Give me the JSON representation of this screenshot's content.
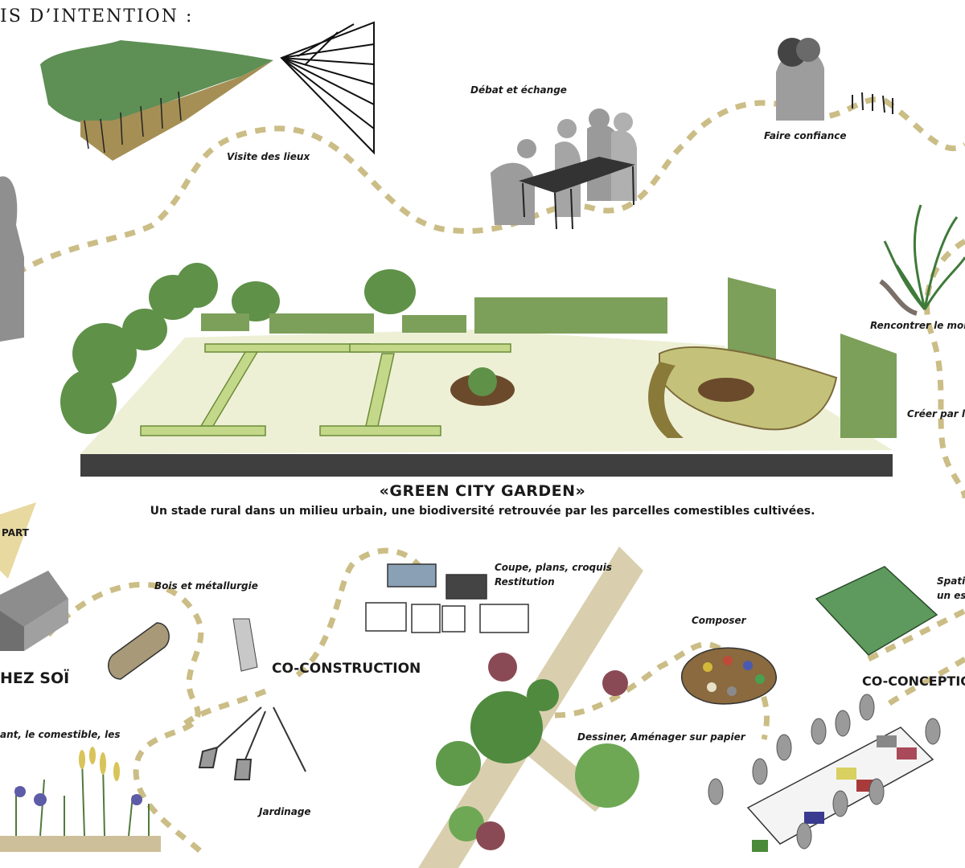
{
  "heading": "IS D’INTENTION :",
  "top_path": {
    "visite": "Visite des lieux",
    "debat": "Débat et échange",
    "confiance": "Faire confiance",
    "rencontrer": "Rencontrer le mon",
    "creer": "Créer par le"
  },
  "garden": {
    "title": "«GREEN CITY GARDEN»",
    "subtitle": "Un stade rural dans un milieu urbain, une biodiversité retrouvée par les parcelles comestibles cultivées."
  },
  "bottom_path": {
    "depart": "PART",
    "chez_soi": "HEZ SOÏ",
    "bois": "Bois et métallurgie",
    "co_construction": "CO-CONSTRUCTION",
    "coupe": "Coupe, plans, croquis",
    "restitution": "Restitution",
    "composer": "Composer",
    "spati_1": "Spati",
    "spati_2": "un es",
    "co_conception": "CO-CONCEPTION",
    "vegetal": "ant, le comestible, les",
    "jardinage": "Jardinage",
    "dessiner": "Dessiner, Aménager sur papier"
  },
  "colors": {
    "path_dashes": "#cbbd86",
    "greenery": "#5a8a3a",
    "figures": "#8c8c8c",
    "ground": "#3f3f3f"
  }
}
